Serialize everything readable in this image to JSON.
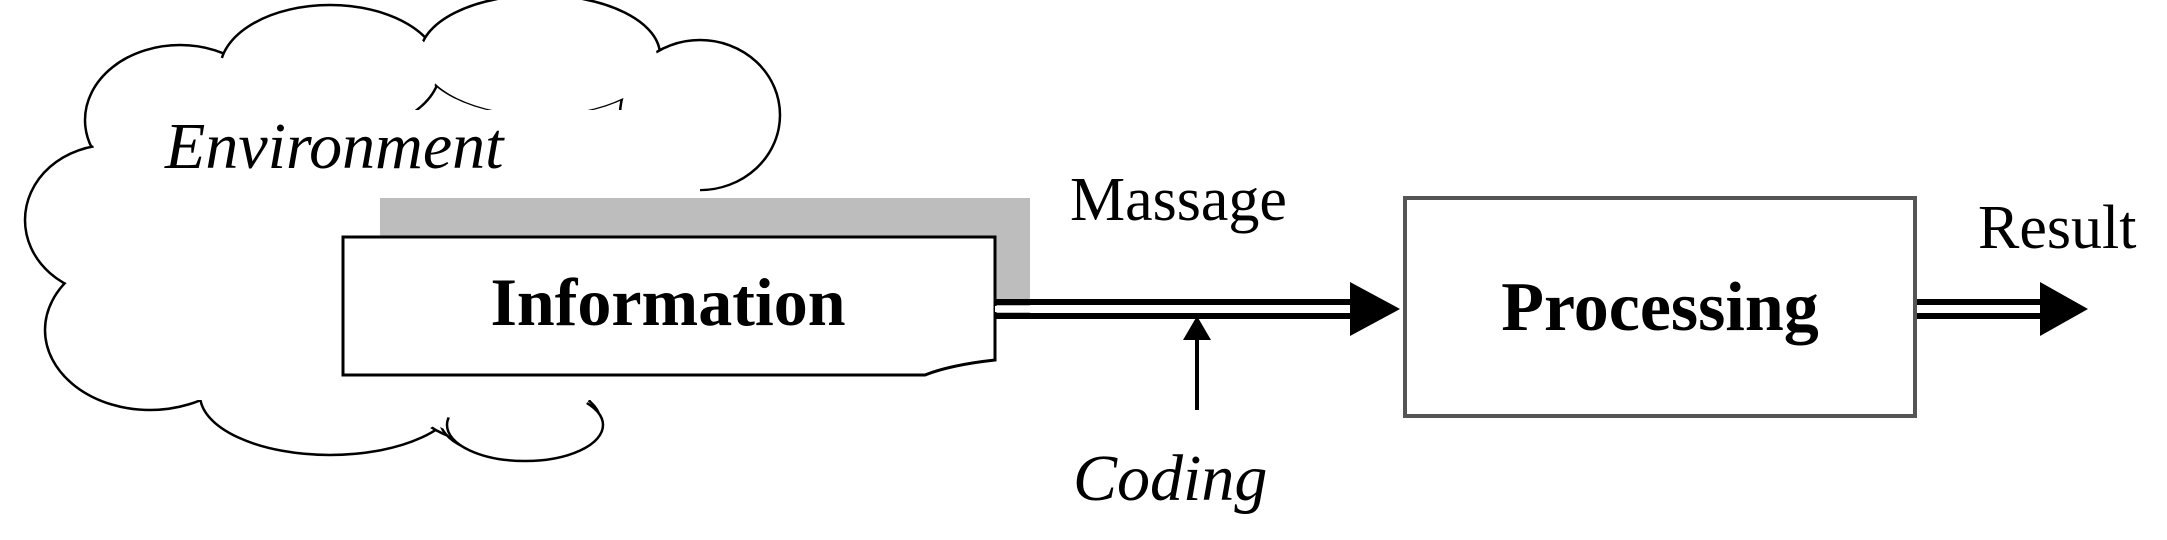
{
  "diagram": {
    "environment_label": "Environment",
    "information_label": "Information",
    "message_label": "Massage",
    "processing_label": "Processing",
    "result_label": "Result",
    "coding_label": "Coding"
  },
  "colors": {
    "stroke": "#000000",
    "shadow": "#bdbdbd",
    "box_border": "#555555",
    "background": "#ffffff"
  }
}
